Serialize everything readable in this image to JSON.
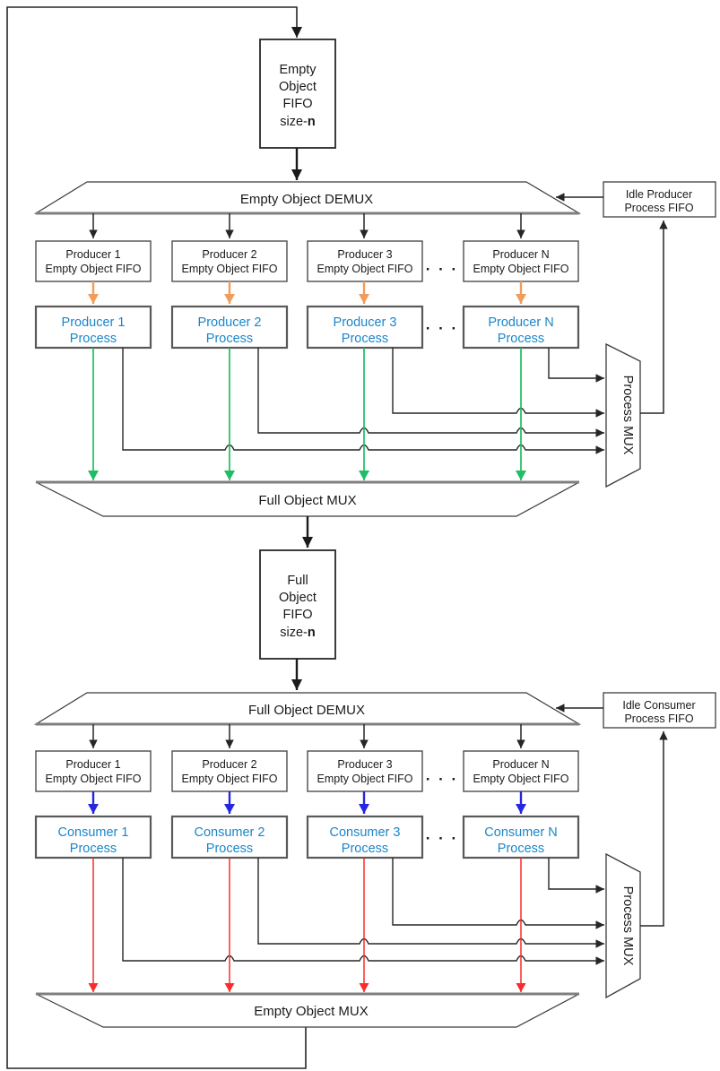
{
  "colors": {
    "line": "#262626",
    "box_border": "#4d4d4d",
    "thick_edge_gray": "#7f7f7f",
    "green_arrow": "#1dbe64",
    "red_arrow": "#fb2b2b",
    "orange_arrow": "#f09c5c",
    "blue_arrow": "#2626e0",
    "process_text_blue": "#1b86c8"
  },
  "producer": {
    "source_fifo": {
      "l1": "Empty",
      "l2": "Object",
      "l3": "FIFO",
      "l4_prefix": "size-",
      "l4_bold": "n"
    },
    "demux_label": "Empty Object DEMUX",
    "idle_fifo": {
      "l1": "Idle Producer",
      "l2": "Process FIFO"
    },
    "dots": "· · ·",
    "columns": [
      {
        "fifo_l1": "Producer 1",
        "fifo_l2": "Empty Object FIFO",
        "proc_l1": "Producer 1",
        "proc_l2": "Process"
      },
      {
        "fifo_l1": "Producer 2",
        "fifo_l2": "Empty Object FIFO",
        "proc_l1": "Producer 2",
        "proc_l2": "Process"
      },
      {
        "fifo_l1": "Producer 3",
        "fifo_l2": "Empty Object FIFO",
        "proc_l1": "Producer 3",
        "proc_l2": "Process"
      },
      {
        "fifo_l1": "Producer N",
        "fifo_l2": "Empty Object FIFO",
        "proc_l1": "Producer N",
        "proc_l2": "Process"
      }
    ],
    "process_mux_label": "Process MUX",
    "mux_label": "Full Object MUX"
  },
  "consumer": {
    "source_fifo": {
      "l1": "Full",
      "l2": "Object",
      "l3": "FIFO",
      "l4_prefix": "size-",
      "l4_bold": "n"
    },
    "demux_label": "Full Object DEMUX",
    "idle_fifo": {
      "l1": "Idle Consumer",
      "l2": "Process FIFO"
    },
    "dots": "· · ·",
    "columns": [
      {
        "fifo_l1": "Producer 1",
        "fifo_l2": "Empty Object FIFO",
        "proc_l1": "Consumer 1",
        "proc_l2": "Process"
      },
      {
        "fifo_l1": "Producer 2",
        "fifo_l2": "Empty Object FIFO",
        "proc_l1": "Consumer 2",
        "proc_l2": "Process"
      },
      {
        "fifo_l1": "Producer 3",
        "fifo_l2": "Empty Object FIFO",
        "proc_l1": "Consumer 3",
        "proc_l2": "Process"
      },
      {
        "fifo_l1": "Producer N",
        "fifo_l2": "Empty Object FIFO",
        "proc_l1": "Consumer N",
        "proc_l2": "Process"
      }
    ],
    "process_mux_label": "Process MUX",
    "mux_label": "Empty Object MUX"
  }
}
